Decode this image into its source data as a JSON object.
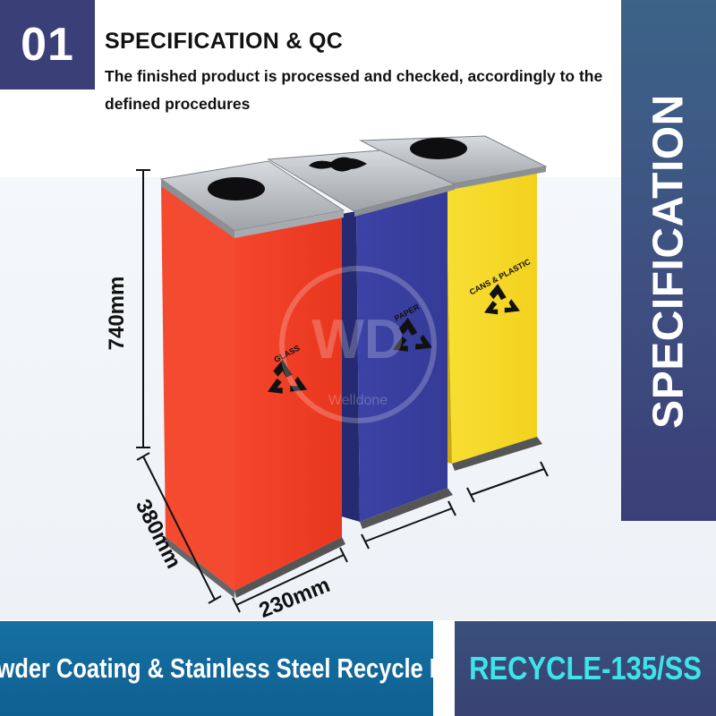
{
  "step": {
    "number": "01"
  },
  "header": {
    "title": "SPECIFICATION & QC",
    "subtitle": "The finished product is processed and checked, accordingly to the defined procedures"
  },
  "side_label": "SPECIFICATION",
  "dimensions": {
    "height": "740mm",
    "depth": "380mm",
    "width": "230mm"
  },
  "bins": [
    {
      "label": "GLASS",
      "color": "#f23b22",
      "icon": "recycle-icon",
      "opening": "round"
    },
    {
      "label": "PAPER",
      "color": "#3a3f9c",
      "icon": "recycle-icon",
      "opening": "slot"
    },
    {
      "label": "CANS & PLASTIC",
      "color": "#f7d92a",
      "icon": "recycle-icon",
      "opening": "round"
    }
  ],
  "watermark": {
    "logo": "WD",
    "text": "Welldone"
  },
  "footer": {
    "product_name": "Powder Coating & Stainless Steel Recycle Bin",
    "model": "RECYCLE-135/SS"
  },
  "colors": {
    "navy": "#3a3f78",
    "teal_blue": "#1670a2",
    "model_text": "#3de4ea"
  }
}
